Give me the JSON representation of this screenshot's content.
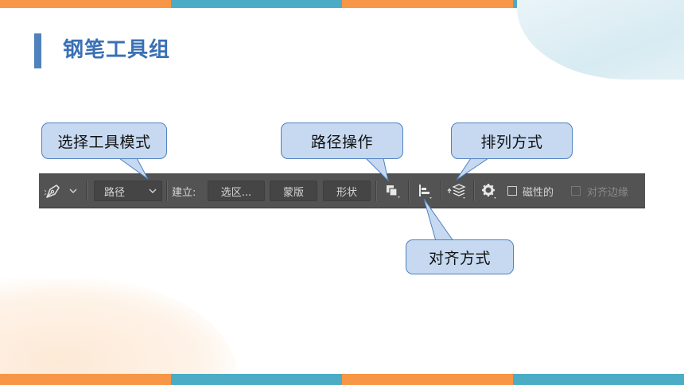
{
  "slide": {
    "title": "钢笔工具组",
    "accent_orange": "#f79646",
    "accent_blue": "#4bacc6",
    "title_color": "#3a70b4"
  },
  "toolbar": {
    "tool_icon": "pen-icon",
    "mode_select": "路径",
    "make_label": "建立:",
    "selection_button": "选区...",
    "mask_button": "蒙版",
    "shape_button": "形状",
    "path_ops_icon": "path-operations-icon",
    "align_icon": "align-icon",
    "arrange_icon": "arrange-icon",
    "settings_icon": "gear-icon",
    "magnetic_label": "磁性的",
    "align_edges_label": "对齐边缘"
  },
  "callouts": {
    "tool_mode": "选择工具模式",
    "path_operations": "路径操作",
    "arrange": "排列方式",
    "align": "对齐方式"
  }
}
